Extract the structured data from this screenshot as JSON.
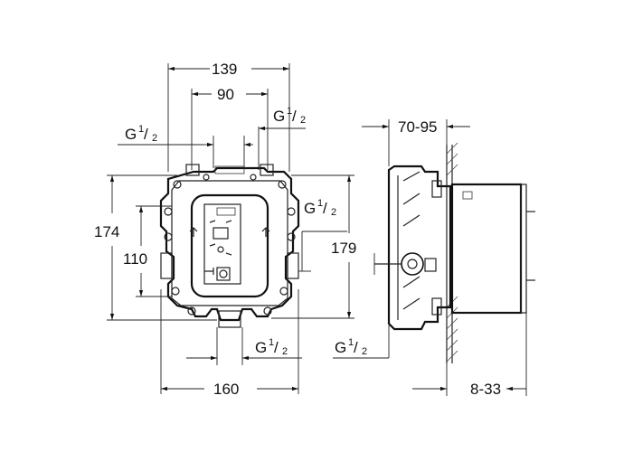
{
  "dimensions": {
    "top_outer_width": "139",
    "top_inner_width": "90",
    "left_height_outer": "174",
    "left_height_inner": "110",
    "center_height": "179",
    "bottom_width": "160",
    "side_depth_top": "70-95",
    "side_depth_bottom": "8-33"
  },
  "threads": {
    "top_left": {
      "base": "G",
      "num": "1",
      "den": "2"
    },
    "top_right": {
      "base": "G",
      "num": "1",
      "den": "2"
    },
    "right_middle": {
      "base": "G",
      "num": "1",
      "den": "2"
    },
    "bottom_center": {
      "base": "G",
      "num": "1",
      "den": "2"
    },
    "bottom_side": {
      "base": "G",
      "num": "1",
      "den": "2"
    }
  }
}
